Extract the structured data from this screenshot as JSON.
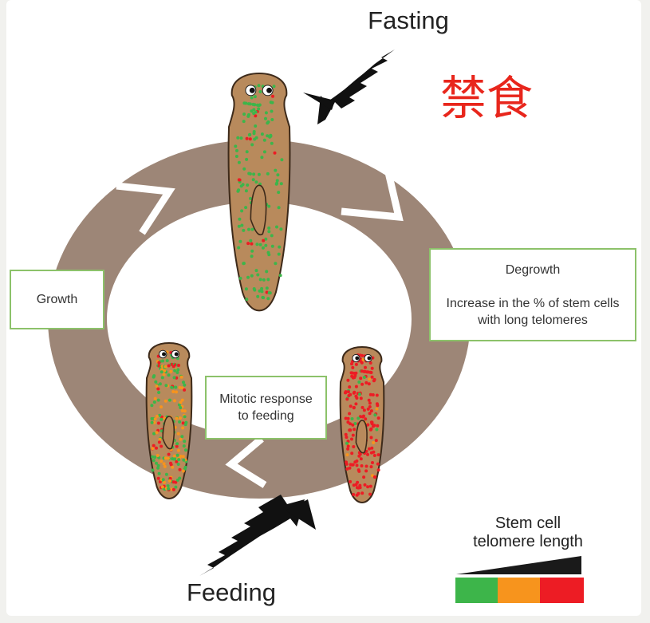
{
  "labels": {
    "fasting": "Fasting",
    "fasting_cn": "禁食",
    "feeding": "Feeding"
  },
  "boxes": {
    "growth": "Growth",
    "degrowth_title": "Degrowth",
    "degrowth_line1": "Increase in the % of stem cells",
    "degrowth_line2": "with long telomeres",
    "mitotic_line1": "Mitotic response",
    "mitotic_line2": "to feeding"
  },
  "legend": {
    "title_line1": "Stem cell",
    "title_line2": "telomere length",
    "colors": [
      "#3db54a",
      "#f7941d",
      "#ed1c24"
    ]
  },
  "colors": {
    "cycle": "#9d8677",
    "worm_body": "#b88a5c",
    "worm_outline": "#3d2a1a",
    "dot_green": "#3db54a",
    "dot_red": "#ed1c24",
    "dot_orange": "#f7941d",
    "box_border": "#8cc26a",
    "fasting_cn": "#e8261c"
  },
  "icons": {
    "fasting_arrow": "jagged-arrow-icon",
    "feeding_arrow": "jagged-arrow-icon"
  }
}
